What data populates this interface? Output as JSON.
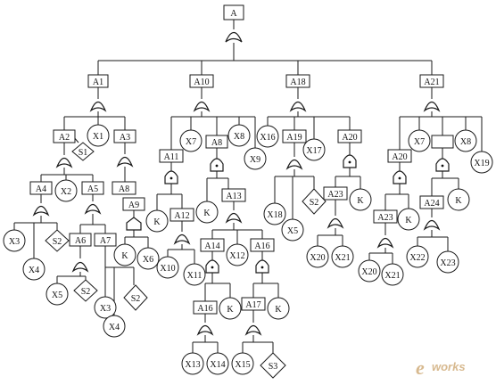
{
  "nodes": {
    "A": "A",
    "A1": "A1",
    "A10": "A10",
    "A18": "A18",
    "A21": "A21",
    "A2": "A2",
    "X1": "X1",
    "A3": "A3",
    "S1": "S1",
    "A4": "A4",
    "X2": "X2",
    "A5": "A5",
    "A8a": "A8",
    "X3a": "X3",
    "S2a": "S2",
    "A6": "A6",
    "A7": "A7",
    "X4a": "X4",
    "A9": "A9",
    "X5a": "X5",
    "S2b": "S2",
    "X3b": "X3",
    "S2c": "S2",
    "X4b": "X4",
    "Ka": "K",
    "X6": "X6",
    "X7a": "X7",
    "A8b": "A8",
    "X8a": "X8",
    "X9": "X9",
    "A11": "A11",
    "Kb": "K",
    "A12": "A12",
    "Kc": "K",
    "A13": "A13",
    "X10": "X10",
    "X11": "X11",
    "A14": "A14",
    "X12": "X12",
    "A16a": "A16",
    "A16b": "A16",
    "Kd": "K",
    "A17": "A17",
    "Ke": "K",
    "X13": "X13",
    "X14": "X14",
    "X15": "X15",
    "S3": "S3",
    "X16": "X16",
    "A19": "A19",
    "X17": "X17",
    "A20a": "A20",
    "X18": "X18",
    "S2d": "S2",
    "X5b": "X5",
    "A23a": "A23",
    "Kf": "K",
    "X20a": "X20",
    "X21a": "X21",
    "X7b": "X7",
    "X8b": "X8",
    "X19": "X19",
    "A20b": "A20",
    "A24": "A24",
    "Kg": "K",
    "Kh": "K",
    "A23b": "A23",
    "X22": "X22",
    "X23": "X23",
    "X20b": "X20",
    "X21b": "X21"
  },
  "watermark": {
    "mark": "e",
    "word": "works",
    "color": "#c9a16a"
  }
}
